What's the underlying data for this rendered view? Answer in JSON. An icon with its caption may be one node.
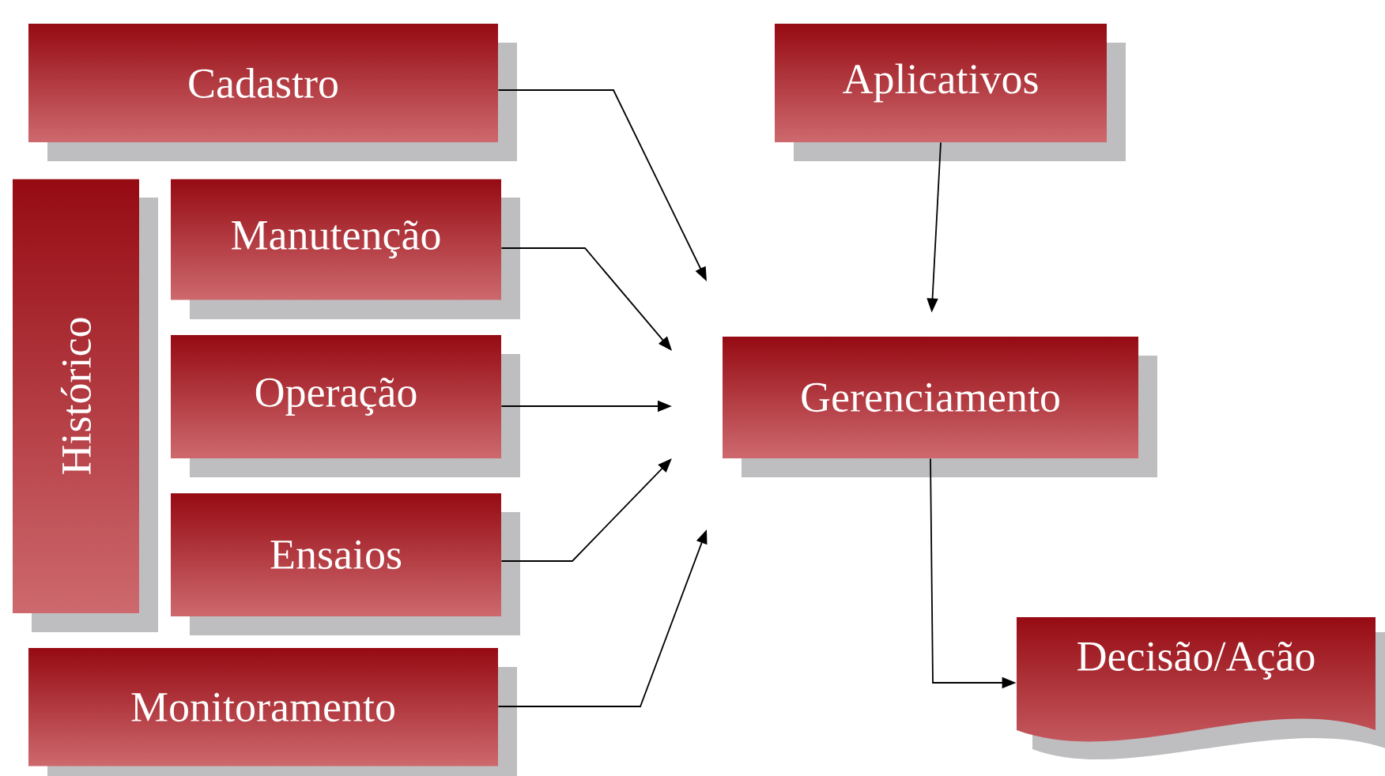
{
  "diagram": {
    "nodes": [
      {
        "text": [
          "Cadastro"
        ]
      },
      {
        "text": [
          "Histórico"
        ]
      },
      {
        "text": [
          "Manutenção"
        ]
      },
      {
        "text": [
          "Operação"
        ]
      },
      {
        "text": [
          "Ensaios"
        ]
      },
      {
        "text": [
          "Monitoramento"
        ]
      },
      {
        "text": [
          "Aplicativos"
        ]
      },
      {
        "text": [
          "Gerenciamento"
        ]
      },
      {
        "text": [
          "Decisão/Ação"
        ]
      }
    ],
    "edges": [
      {
        "from": 0,
        "to": 7,
        "arrow": "to"
      },
      {
        "from": 2,
        "to": 7,
        "arrow": "to"
      },
      {
        "from": 3,
        "to": 7,
        "arrow": "to"
      },
      {
        "from": 4,
        "to": 7,
        "arrow": "to"
      },
      {
        "from": 5,
        "to": 7,
        "arrow": "to"
      },
      {
        "from": 6,
        "to": 7,
        "arrow": "to"
      },
      {
        "from": 7,
        "to": 8,
        "arrow": "to"
      }
    ]
  }
}
